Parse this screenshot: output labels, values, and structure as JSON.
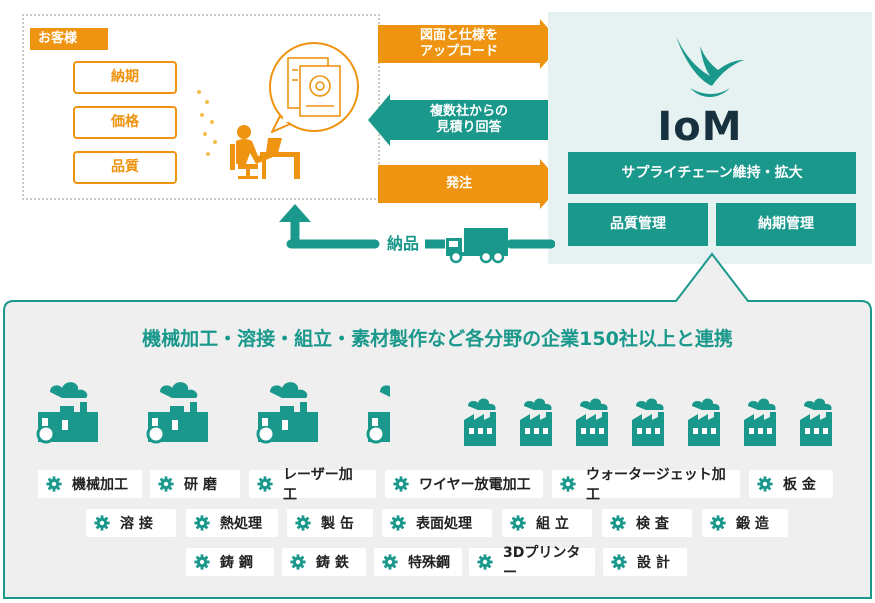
{
  "customer": {
    "tag": "お客様",
    "items": [
      "納期",
      "価格",
      "品質"
    ]
  },
  "flows": {
    "upload": "図面と仕様を\nアップロード",
    "estimate": "複数社からの\n見積り回答",
    "order": "発注",
    "delivery": "納品"
  },
  "iom": {
    "logo_text": "IoM",
    "supply": "サプライチェーン維持・拡大",
    "quality": "品質管理",
    "delivery_mgmt": "納期管理"
  },
  "partners": {
    "title": "機械加工・溶接・組立・素材製作など各分野の企業150社以上と連携",
    "tags_row1": [
      "機械加工",
      "研 磨",
      "レーザー加工",
      "ワイヤー放電加工",
      "ウォータージェット加工",
      "板 金"
    ],
    "tags_row2": [
      "溶 接",
      "熱処理",
      "製 缶",
      "表面処理",
      "組 立",
      "検 査",
      "鍛 造"
    ],
    "tags_row3": [
      "鋳 鋼",
      "鋳 鉄",
      "特殊鋼",
      "3Dプリンター",
      "設 計"
    ]
  },
  "colors": {
    "orange": "#ef9410",
    "teal": "#19988b",
    "panel_bg": "#e6f2f2",
    "partner_bg": "#efefef",
    "navy": "#17323e"
  }
}
